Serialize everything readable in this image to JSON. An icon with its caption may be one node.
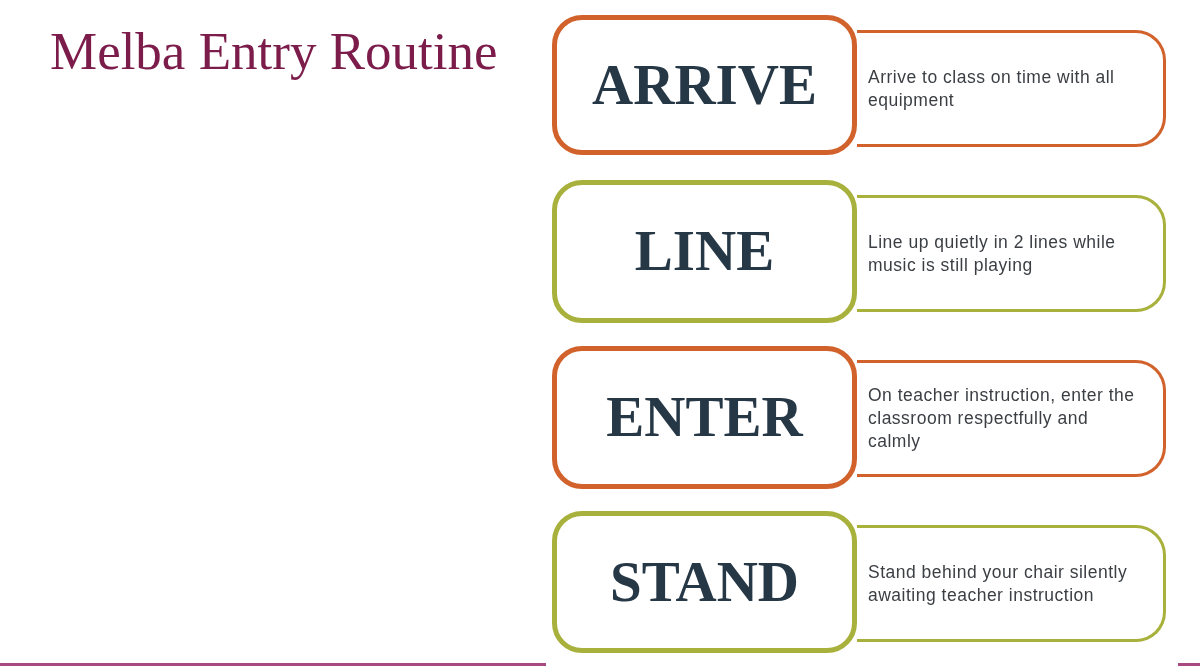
{
  "diagram": {
    "title": "Melba Entry Routine",
    "nodes": [
      {
        "text": [
          "ARRIVE"
        ]
      },
      {
        "text": [
          "Arrive to class on time with all equipment"
        ]
      },
      {
        "text": [
          "LINE"
        ]
      },
      {
        "text": [
          "Line up quietly in 2 lines while music is still playing"
        ]
      },
      {
        "text": [
          "ENTER"
        ]
      },
      {
        "text": [
          "On teacher instruction, enter the classroom respectfully and calmly"
        ]
      },
      {
        "text": [
          "STAND"
        ]
      },
      {
        "text": [
          "Stand behind your chair silently awaiting teacher instruction"
        ]
      }
    ]
  }
}
